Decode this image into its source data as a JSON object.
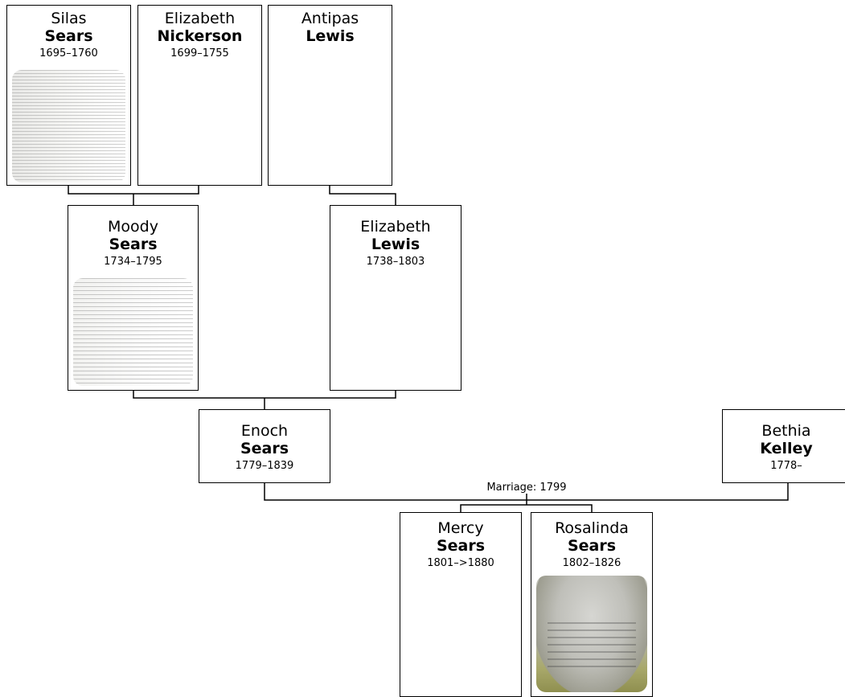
{
  "people": {
    "silas": {
      "first": "Silas",
      "last": "Sears",
      "dates": "1695–1760",
      "media": "document-thumbnail"
    },
    "elizabeth_nickerson": {
      "first": "Elizabeth",
      "last": "Nickerson",
      "dates": "1699–1755"
    },
    "antipas": {
      "first": "Antipas",
      "last": "Lewis",
      "dates": ""
    },
    "moody": {
      "first": "Moody",
      "last": "Sears",
      "dates": "1734–1795",
      "media": "document-thumbnail"
    },
    "elizabeth_lewis": {
      "first": "Elizabeth",
      "last": "Lewis",
      "dates": "1738–1803"
    },
    "enoch": {
      "first": "Enoch",
      "last": "Sears",
      "dates": "1779–1839"
    },
    "bethia": {
      "first": "Bethia",
      "last": "Kelley",
      "dates": "1778–"
    },
    "mercy": {
      "first": "Mercy",
      "last": "Sears",
      "dates": "1801–>1880"
    },
    "rosalinda": {
      "first": "Rosalinda",
      "last": "Sears",
      "dates": "1802–1826",
      "media": "gravestone-photo"
    }
  },
  "marriage": {
    "label": "Marriage: 1799"
  },
  "colors": {
    "line": "#000000",
    "box_border": "#000000",
    "background": "#ffffff"
  }
}
